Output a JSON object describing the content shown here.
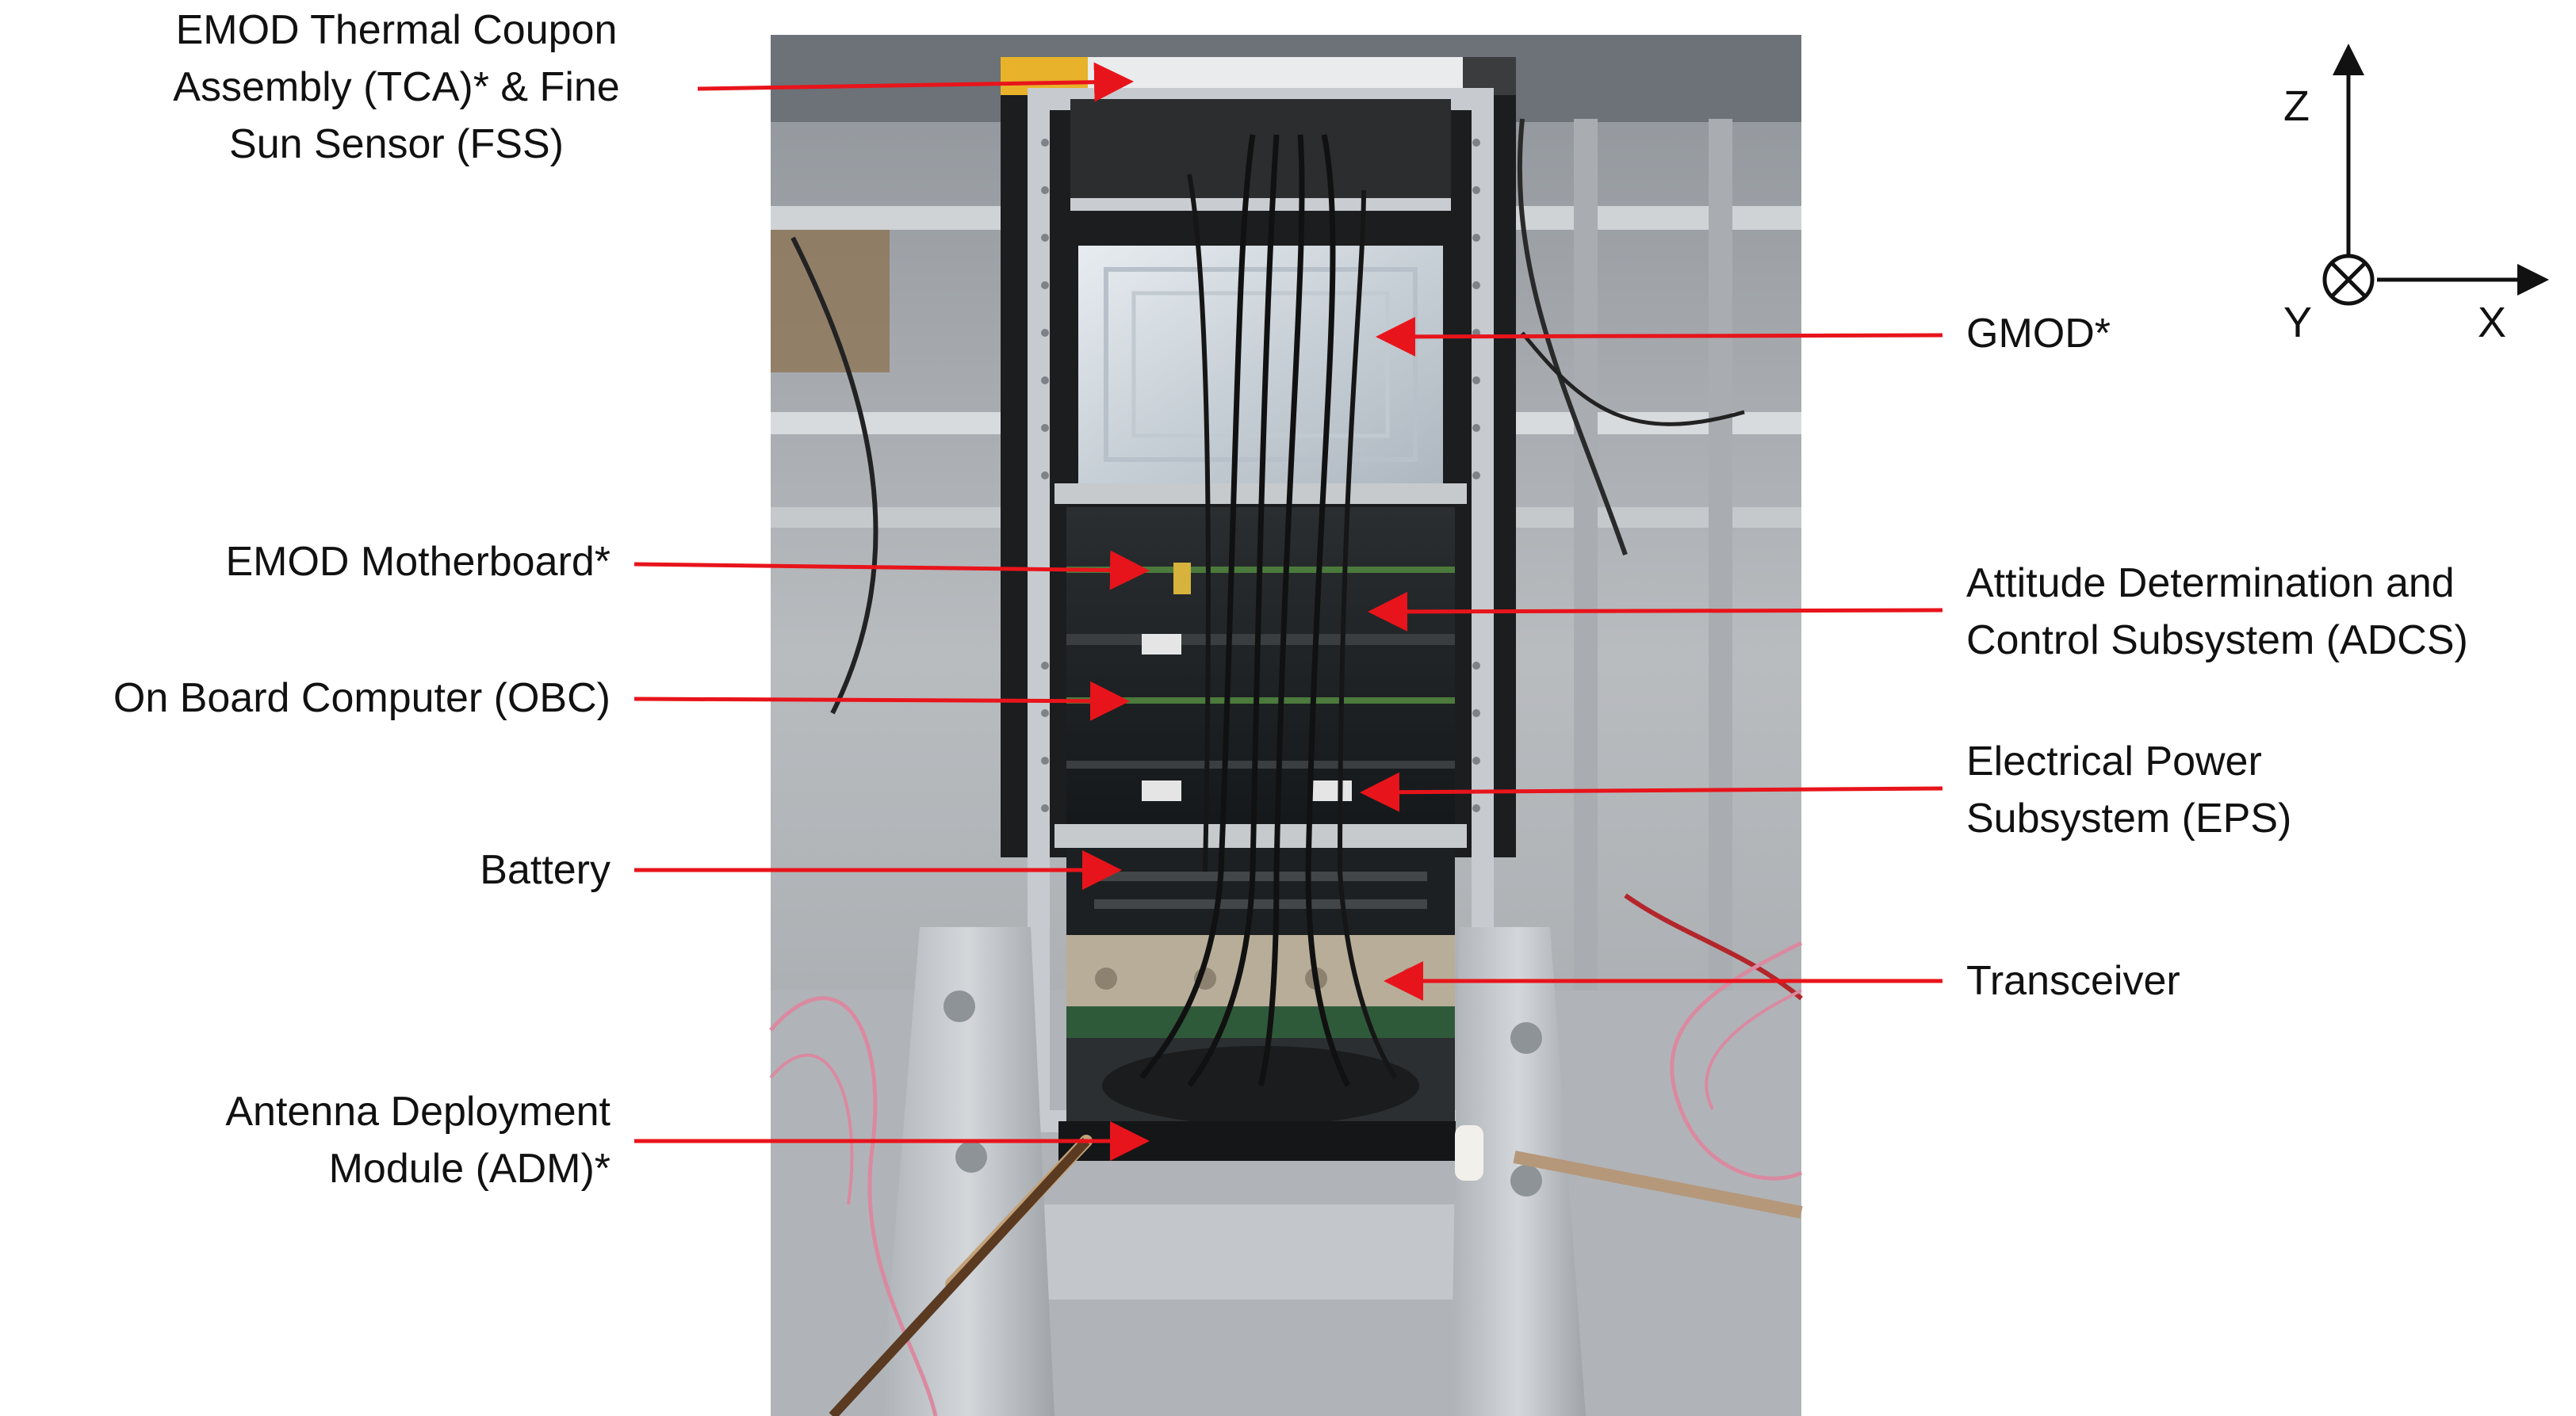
{
  "labels": {
    "tca_fss": [
      "EMOD Thermal Coupon",
      "Assembly (TCA)* & Fine",
      "Sun Sensor (FSS)"
    ],
    "gmod": "GMOD*",
    "motherboard": "EMOD Motherboard*",
    "adcs": [
      "Attitude Determination and",
      "Control Subsystem (ADCS)"
    ],
    "obc": "On Board Computer (OBC)",
    "eps": [
      "Electrical Power",
      "Subsystem (EPS)"
    ],
    "battery": "Battery",
    "transceiver": "Transceiver",
    "adm": [
      "Antenna Deployment",
      "Module (ADM)*"
    ]
  },
  "axes": {
    "z": "Z",
    "y": "Y",
    "x": "X"
  },
  "colors": {
    "arrow": "#e8141b",
    "text": "#111111"
  }
}
